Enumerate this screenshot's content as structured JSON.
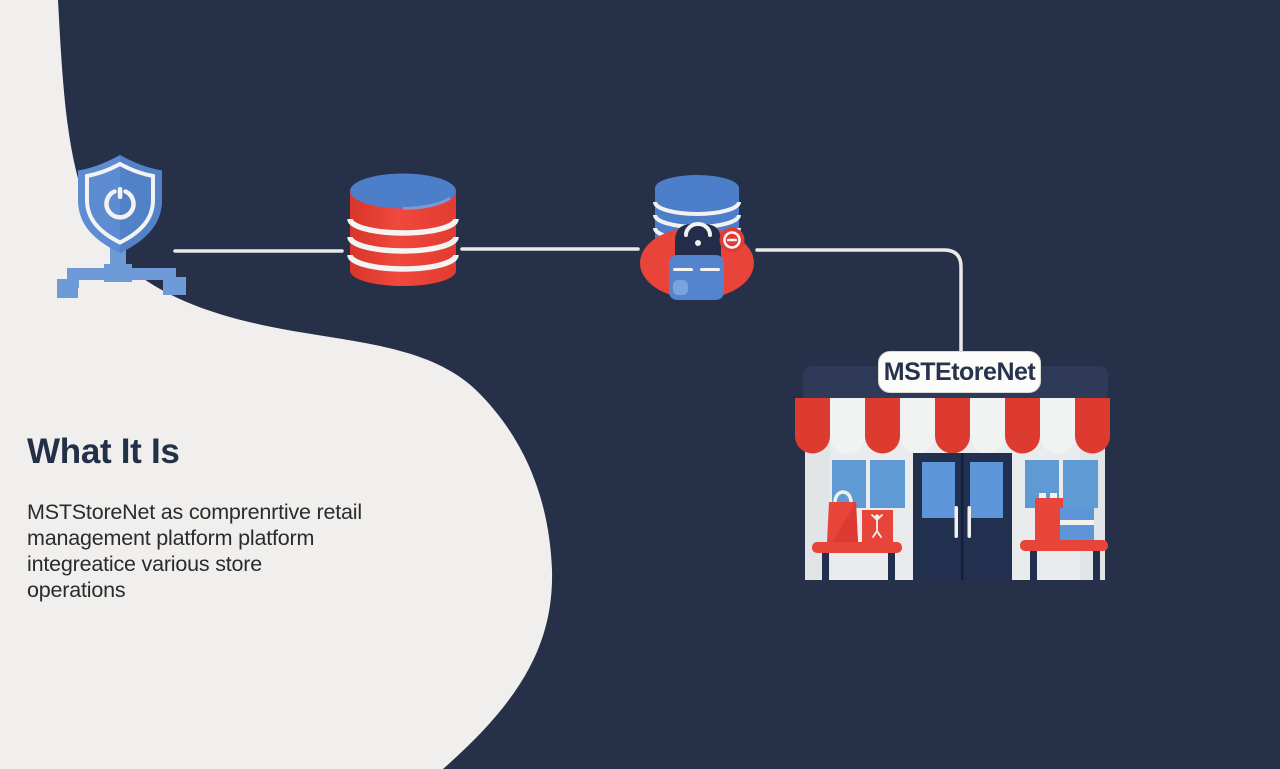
{
  "content": {
    "heading": "What It Is",
    "body_lines": [
      "MSTStoreNet as comprenrtive retail",
      "management platform platform",
      "integreatice various store",
      "operations"
    ]
  },
  "store": {
    "label": "MSTEtoreNet"
  },
  "icons": {
    "shield": "shield-network-icon",
    "database_red": "database-icon",
    "database_user": "database-user-restricted-icon",
    "storefront": "storefront-icon"
  },
  "colors": {
    "background_navy": "#263049",
    "blob_white": "#f0efed",
    "accent_red": "#e23b31",
    "accent_blue": "#5b8bd4",
    "cylinder_top_blue": "#4c7ec9",
    "window_blue": "#5f9ad4",
    "door_navy": "#22304f",
    "facade_gray": "#e9ebec",
    "connector_line": "#ece9e6",
    "label_bg": "#fcfcfb",
    "heading_color": "#223048"
  }
}
